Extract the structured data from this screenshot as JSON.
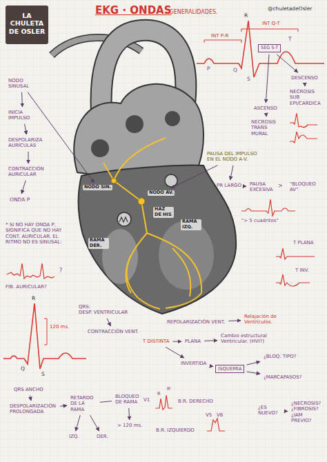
{
  "diagram": {
    "title": "EKG · ONDAS",
    "nodes": [
      {
        "text": [
          "LA CHULETA DE OSLER"
        ]
      },
      {
        "text": [
          "NODO SINUSAL"
        ]
      },
      {
        "text": [
          "INICIA IMPULSO"
        ]
      },
      {
        "text": [
          "DESPOLARIZA AURÍCULAS"
        ]
      },
      {
        "text": [
          "CONTRACCIÓN AURICULAR"
        ]
      },
      {
        "text": [
          "ONDA P"
        ]
      },
      {
        "text": [
          "NODO SIN."
        ]
      },
      {
        "text": [
          "NODO AV."
        ]
      },
      {
        "text": [
          "SEG S-T"
        ]
      },
      {
        "text": [
          "DESCENSO"
        ]
      },
      {
        "text": [
          "NECROSIS SUB EPI/CARDICA"
        ]
      },
      {
        "text": [
          "ASCENSO"
        ]
      },
      {
        "text": [
          "NECROSIS TRANS MURAL"
        ]
      },
      {
        "text": [
          "PAUSA DEL IMPULSO EN EL NODO A-V."
        ]
      },
      {
        "text": [
          "PR LARGO"
        ]
      },
      {
        "text": [
          "PAUSA EXCESIVA"
        ]
      },
      {
        "text": [
          "\"BLOQUEO AV\""
        ]
      },
      {
        "text": [
          "QRS:",
          "DESP. VENTRICULAR"
        ]
      },
      {
        "text": [
          "CONTRACCIÓN VENT."
        ]
      },
      {
        "text": [
          "REPOLARIZACIÓN VENT."
        ]
      },
      {
        "text": [
          "Relajación de Ventrículos."
        ]
      },
      {
        "text": [
          "T DISTINTA"
        ]
      },
      {
        "text": [
          "PLANA"
        ]
      },
      {
        "text": [
          "Cambio estructural Ventricular. (HVI?)"
        ]
      },
      {
        "text": [
          "INVERTIDA"
        ]
      },
      {
        "text": [
          "ISQUEMIA"
        ]
      },
      {
        "text": [
          "¿BLOQ. TIPO?"
        ]
      },
      {
        "text": [
          "¿MARCAPASOS?"
        ]
      },
      {
        "text": [
          "QRS ANCHO"
        ]
      },
      {
        "text": [
          "DESPOLARIZACIÓN PROLONGADA"
        ]
      },
      {
        "text": [
          "RETARDO DE LA RAMA"
        ]
      },
      {
        "text": [
          "IZQ."
        ]
      },
      {
        "text": [
          "DER."
        ]
      },
      {
        "text": [
          "BLOQUEO DE RAMA"
        ]
      },
      {
        "text": [
          "> 120 ms."
        ]
      },
      {
        "text": [
          "¿ES NUEVO?"
        ]
      },
      {
        "text": [
          "¿NECROSIS? ¿FIBROSIS? ¿IAM PREVIO?"
        ]
      }
    ],
    "edges": [
      {
        "from": 1,
        "to": 2,
        "arrow": "to"
      },
      {
        "from": 2,
        "to": 3,
        "arrow": "to"
      },
      {
        "from": 3,
        "to": 4,
        "arrow": "to"
      },
      {
        "from": 4,
        "to": 5,
        "arrow": "to"
      },
      {
        "from": 1,
        "to": 6,
        "arrow": "to"
      },
      {
        "from": 8,
        "to": 9,
        "arrow": "to"
      },
      {
        "from": 9,
        "to": 10,
        "arrow": "to"
      },
      {
        "from": 8,
        "to": 11,
        "arrow": "to"
      },
      {
        "from": 11,
        "to": 12,
        "arrow": "to"
      },
      {
        "from": 13,
        "to": 7,
        "arrow": "to"
      },
      {
        "from": 13,
        "to": 14,
        "arrow": "to"
      },
      {
        "from": 14,
        "to": 15,
        "arrow": "to"
      },
      {
        "from": 17,
        "to": 18,
        "arrow": "to"
      },
      {
        "from": 19,
        "to": 20,
        "arrow": "to"
      },
      {
        "from": 21,
        "to": 22,
        "arrow": "to"
      },
      {
        "from": 21,
        "to": 24,
        "arrow": "to"
      },
      {
        "from": 22,
        "to": 23,
        "arrow": "to"
      },
      {
        "from": 24,
        "to": 25,
        "arrow": "to"
      },
      {
        "from": 25,
        "to": 26,
        "arrow": "to"
      },
      {
        "from": 25,
        "to": 27,
        "arrow": "to"
      },
      {
        "from": 28,
        "to": 29,
        "arrow": "to"
      },
      {
        "from": 29,
        "to": 30,
        "arrow": "to"
      },
      {
        "from": 30,
        "to": 31,
        "arrow": "to"
      },
      {
        "from": 30,
        "to": 32,
        "arrow": "to"
      },
      {
        "from": 30,
        "to": 33,
        "arrow": "none"
      },
      {
        "from": 33,
        "to": 34,
        "arrow": "to"
      },
      {
        "from": 35,
        "to": 36,
        "arrow": "to"
      }
    ],
    "labels": [
      "- GENERALIDADES.",
      "@chuletadeOsler",
      "INT Q-T",
      "INT P-R",
      "R",
      "P",
      "Q",
      "S",
      "T",
      "* SI NO HAY ONDA P, SIGNIFICA QUE NO HAY CONT. AURICULAR. EL RITMO NO ES SINUSAL:",
      "?",
      "FIB. AURICULAR?",
      "HAZ DE HIS",
      "RAMA DER.",
      "RAMA IZQ.",
      ">",
      "\"> 5 cuadritos\"",
      "T PLANA",
      "T INV.",
      "R",
      "Q",
      "S",
      "120 ms.",
      "V1",
      "R",
      "R'",
      "B.R. DERECHO",
      "V5",
      "V6",
      "B.R. IZQUIERDO"
    ]
  }
}
